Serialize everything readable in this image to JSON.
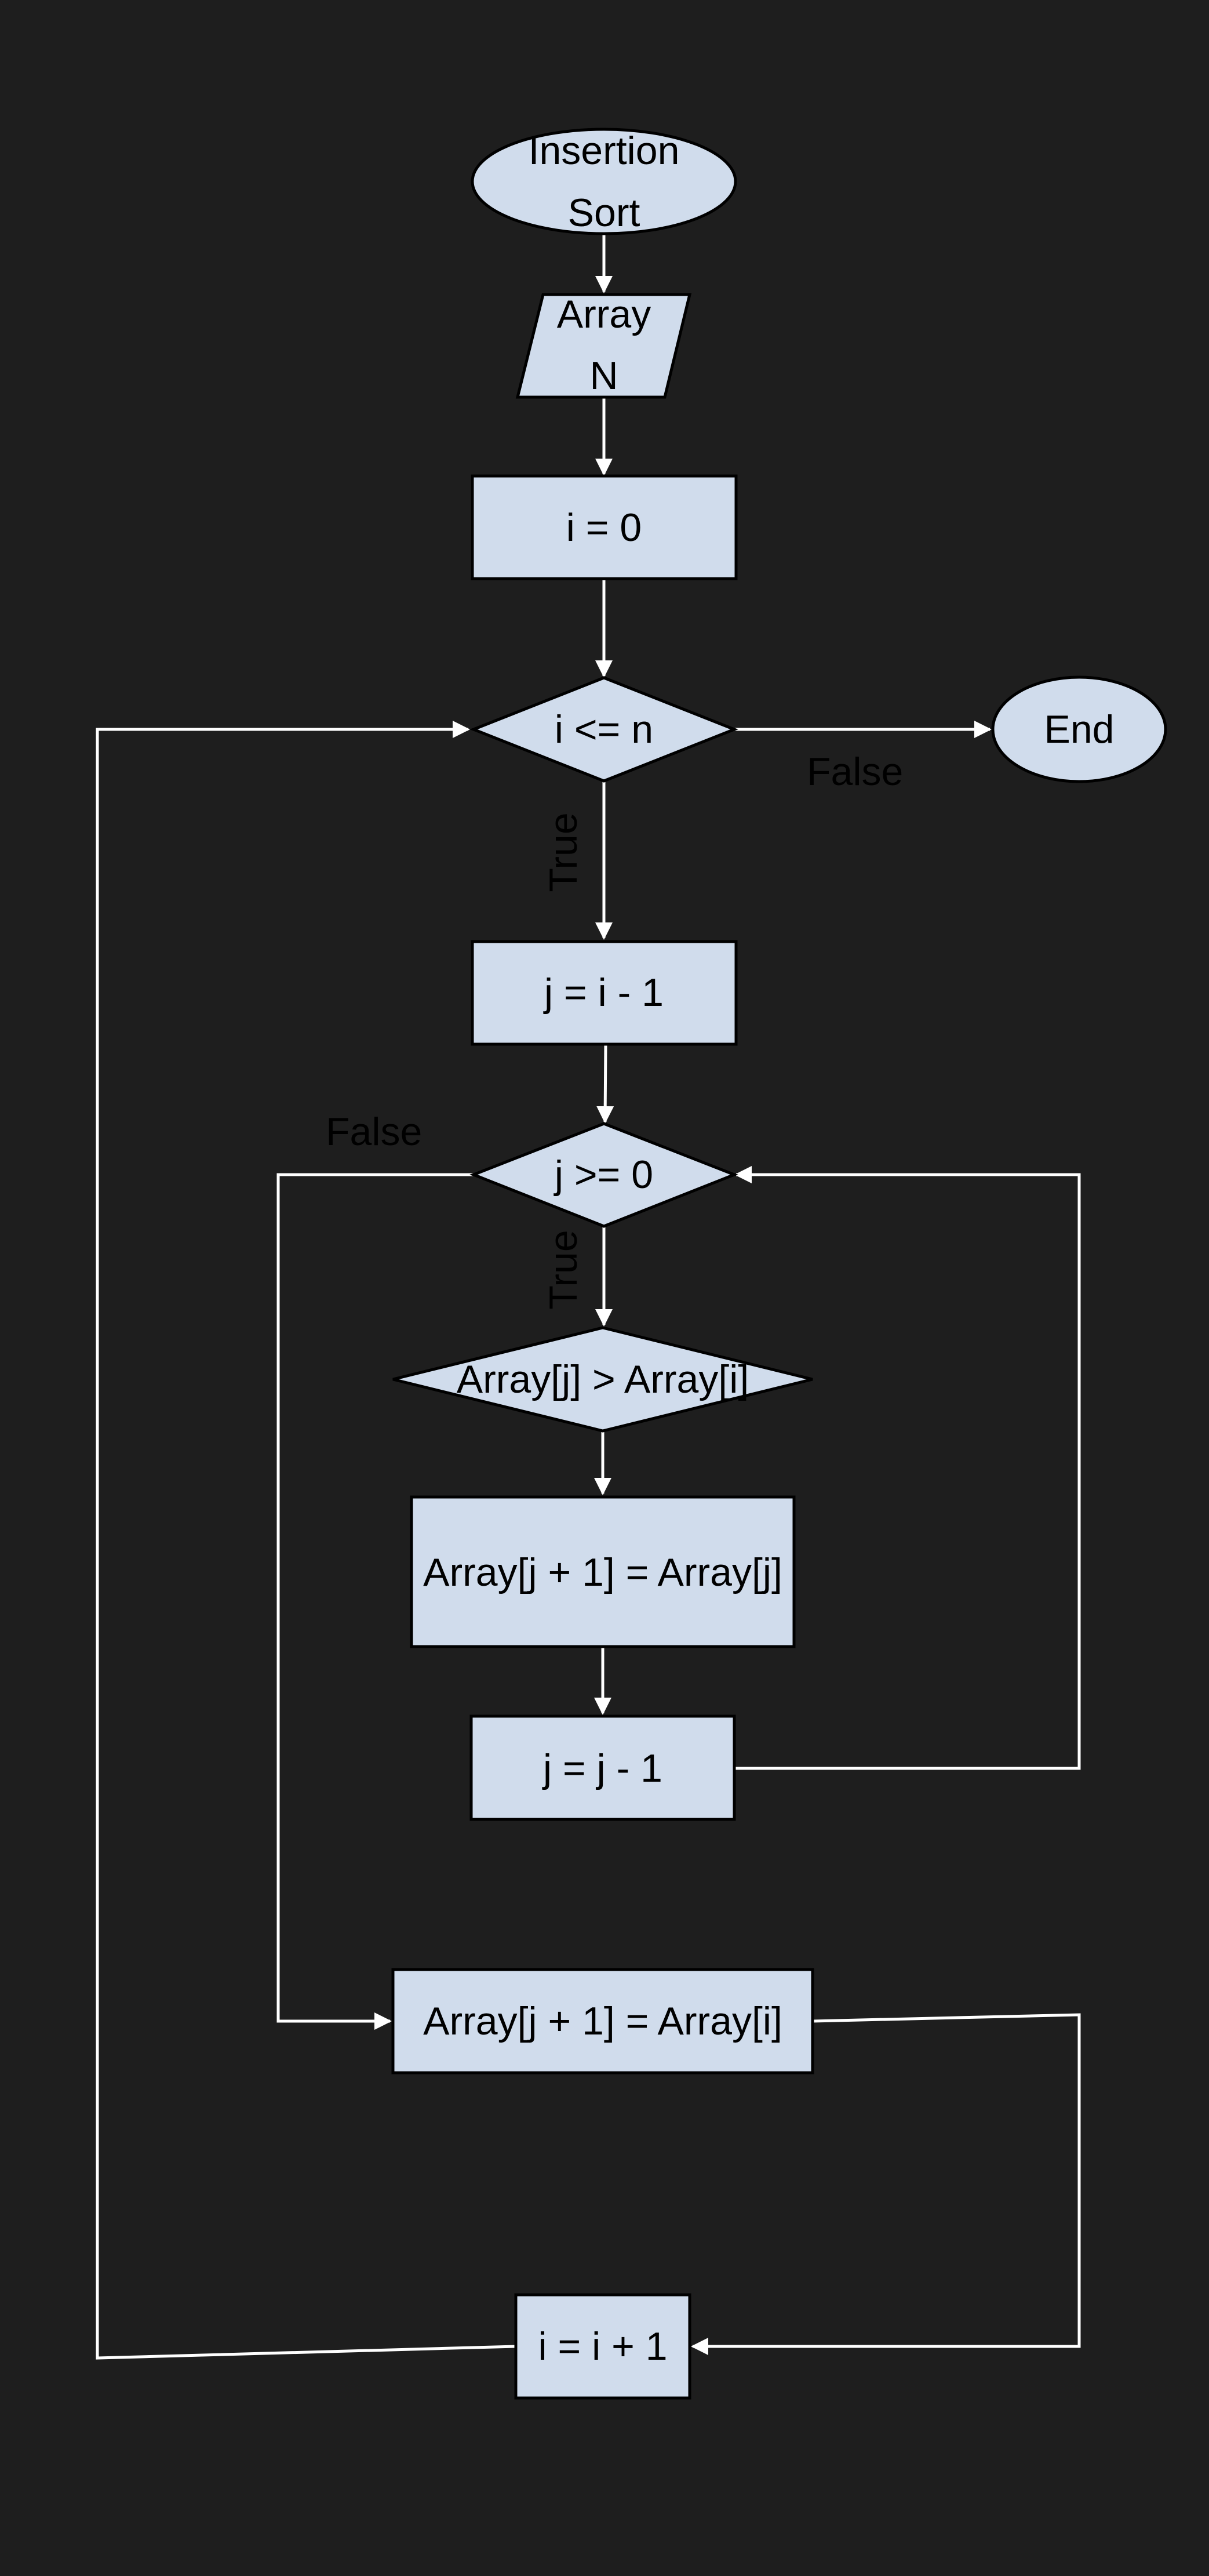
{
  "colors": {
    "background": "#1e1e1e",
    "node_fill": "#d0dcec",
    "node_stroke": "#000000",
    "connector": "#ffffff",
    "text": "#000000"
  },
  "nodes": {
    "start": {
      "shape": "ellipse",
      "line1": "Insertion",
      "line2": "Sort"
    },
    "input": {
      "shape": "parallelogram",
      "line1": "Array",
      "line2": "N"
    },
    "init_i": {
      "shape": "rectangle",
      "label": "i = 0"
    },
    "cond_i": {
      "shape": "diamond",
      "label": "i <= n"
    },
    "end": {
      "shape": "ellipse",
      "label": "End"
    },
    "init_j": {
      "shape": "rectangle",
      "label": "j = i - 1"
    },
    "cond_j": {
      "shape": "diamond",
      "label": "j >= 0"
    },
    "cond_cmp": {
      "shape": "diamond",
      "label": "Array[j] > Array[i]"
    },
    "shift": {
      "shape": "rectangle",
      "label": "Array[j + 1] = Array[j]"
    },
    "dec_j": {
      "shape": "rectangle",
      "label": "j = j - 1"
    },
    "insert": {
      "shape": "rectangle",
      "label": "Array[j + 1] = Array[i]"
    },
    "inc_i": {
      "shape": "rectangle",
      "label": "i = i + 1"
    }
  },
  "edge_labels": {
    "cond_i_true": "True",
    "cond_i_false": "False",
    "cond_j_true": "True",
    "cond_j_false": "False"
  }
}
